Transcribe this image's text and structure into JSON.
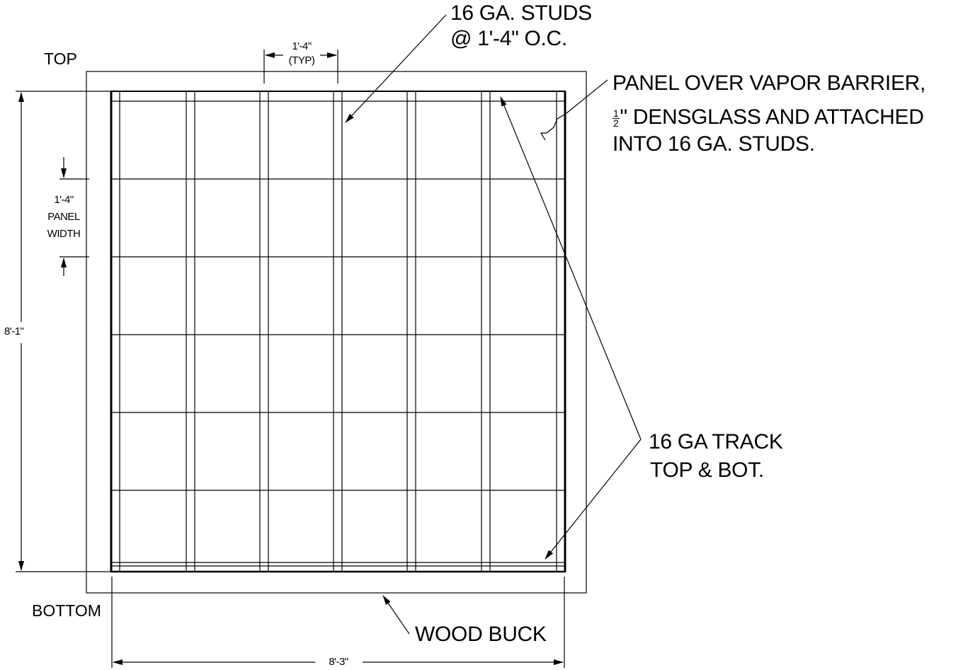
{
  "labels": {
    "top": "TOP",
    "bottom": "BOTTOM",
    "studs_line1": "16 GA. STUDS",
    "studs_line2": "@ 1'-4\" O.C.",
    "panel_line1": "PANEL OVER VAPOR BARRIER,",
    "panel_frac_num": "1",
    "panel_frac_den": "2",
    "panel_line2_rest": "\" DENSGLASS AND ATTACHED",
    "panel_line3": "INTO 16 GA. STUDS.",
    "track_line1": "16 GA TRACK",
    "track_line2": "TOP & BOT.",
    "wood_buck": "WOOD BUCK"
  },
  "dimensions": {
    "stud_spacing": "1'-4\"",
    "stud_spacing_note": "(TYP)",
    "panel_width_value": "1'-4\"",
    "panel_width_line1": "PANEL",
    "panel_width_line2": "WIDTH",
    "overall_height": "8'-1\"",
    "overall_width": "8'-3\""
  }
}
